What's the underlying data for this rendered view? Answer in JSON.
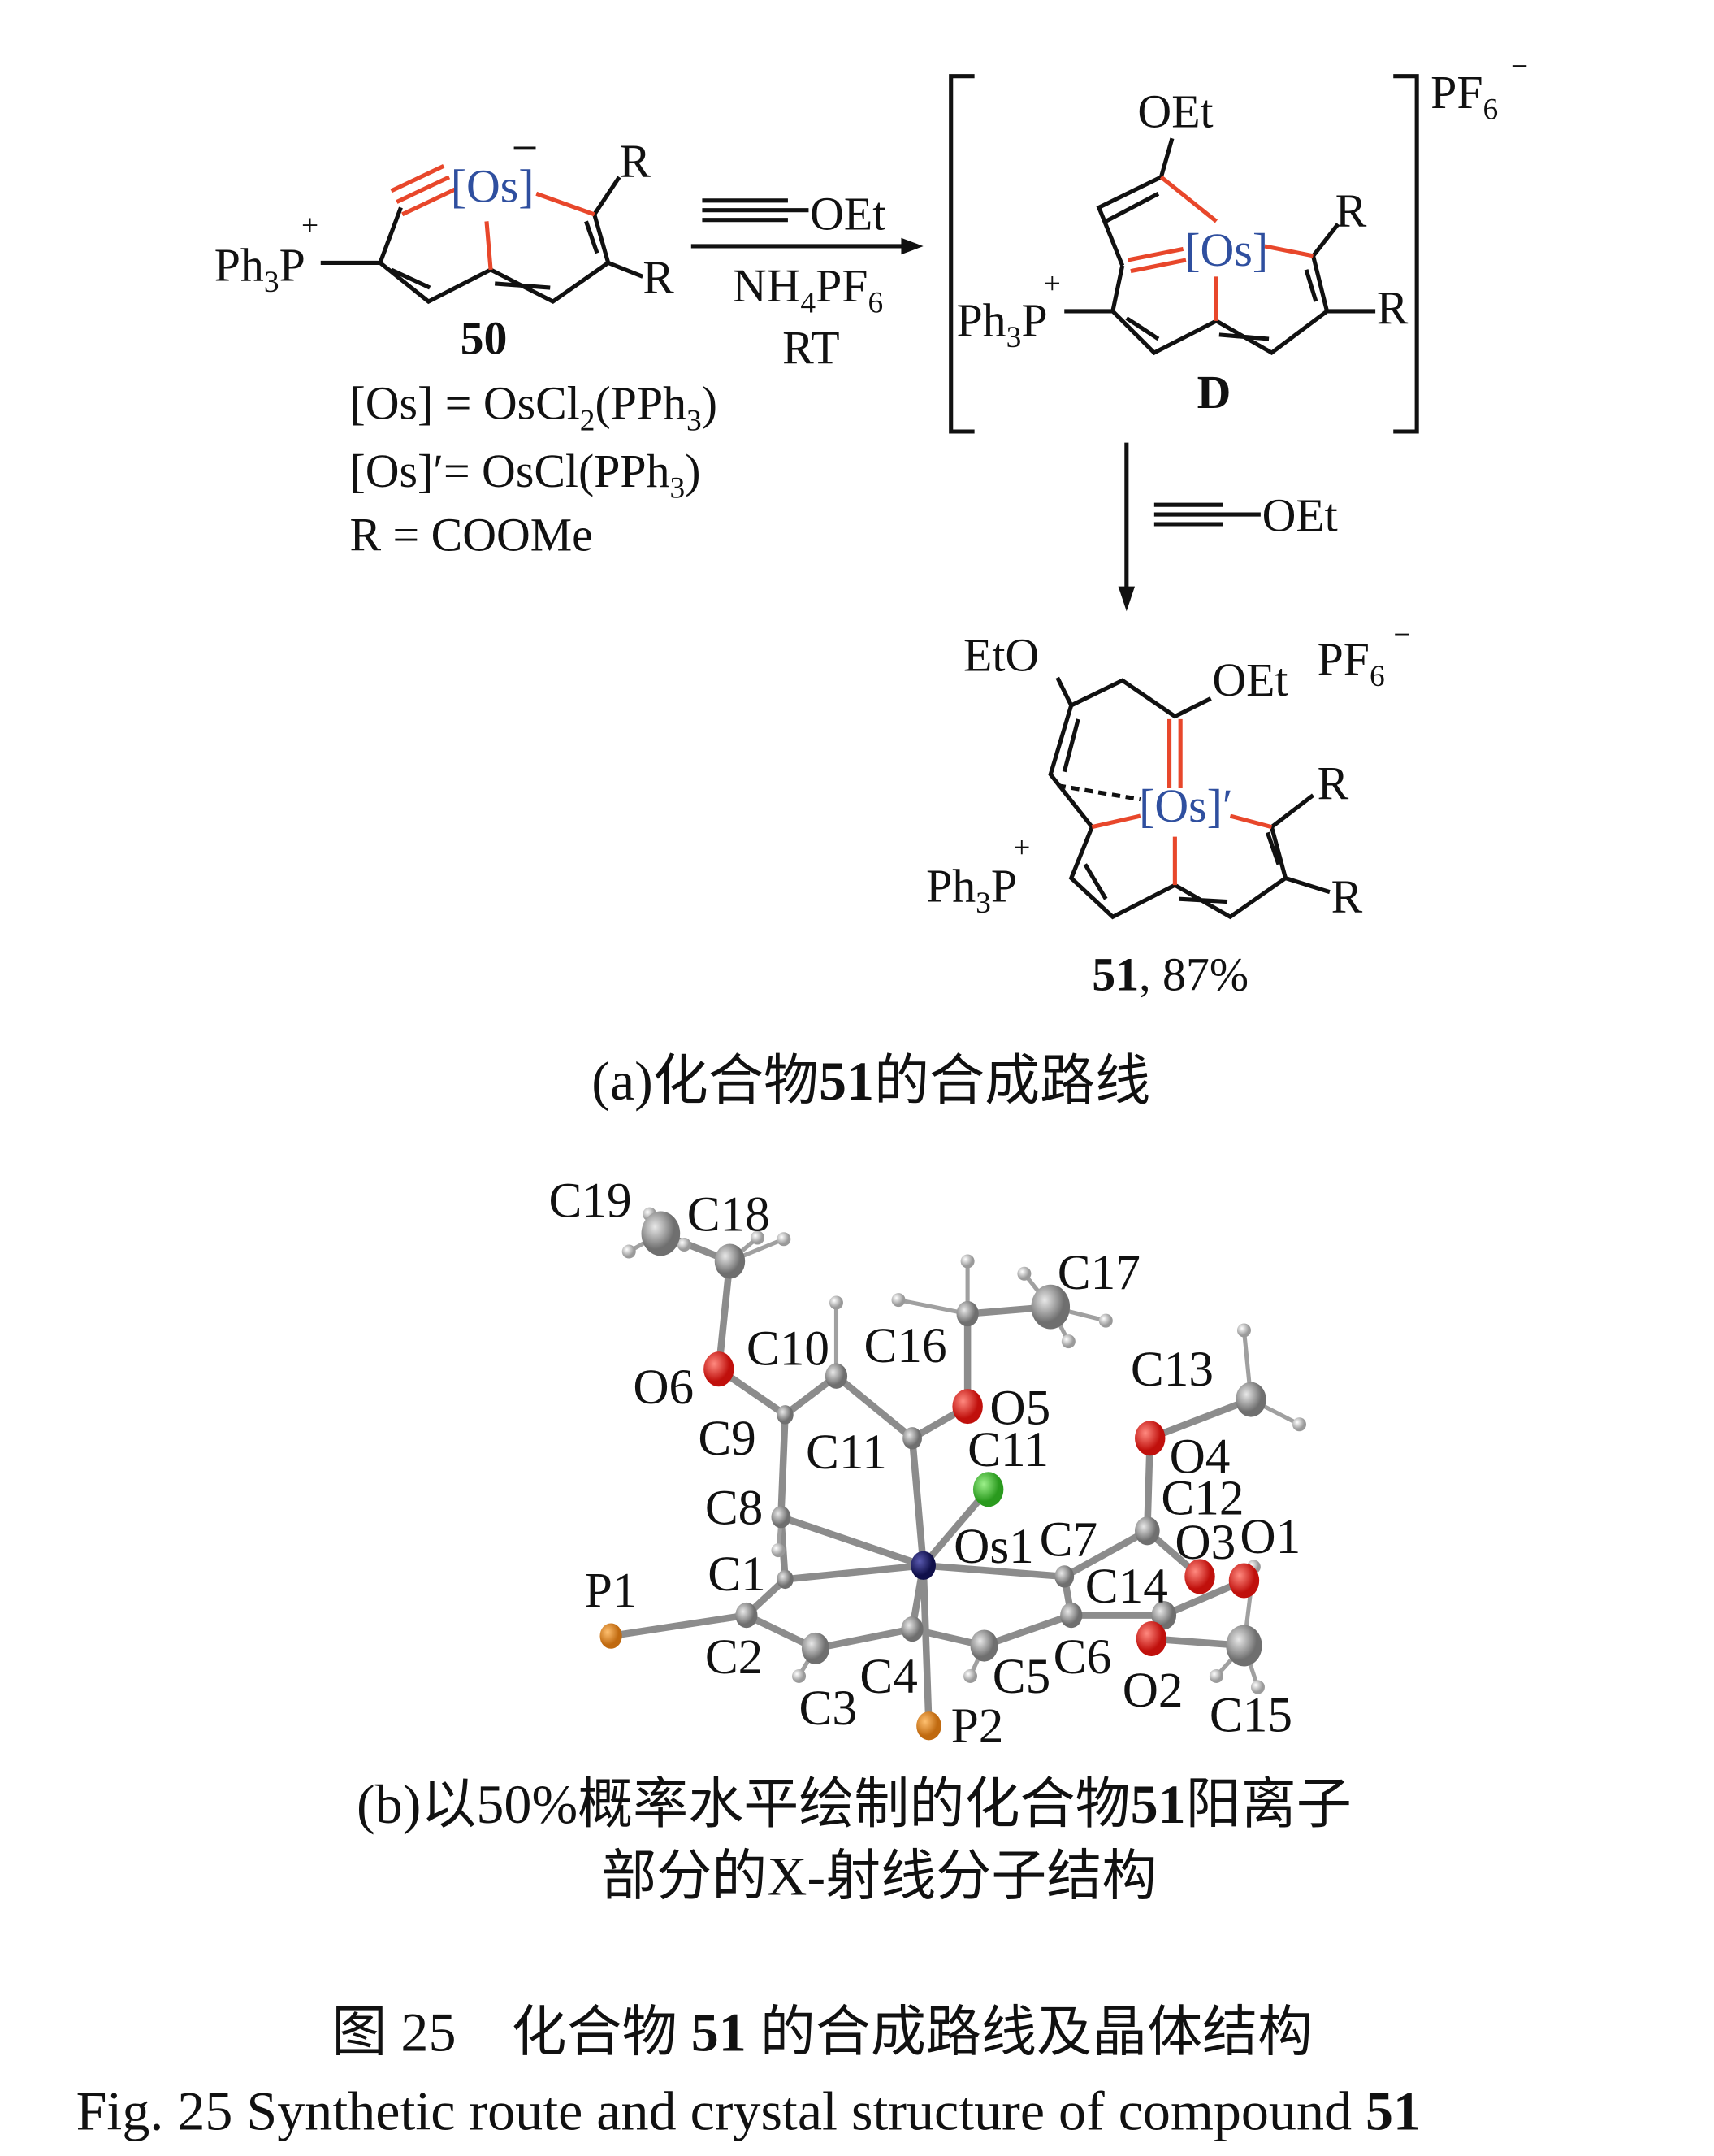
{
  "scheme": {
    "compound_50": {
      "ph": "Ph",
      "ph_sub": "3",
      "p": "P",
      "charge_plus": "+",
      "os": "[Os]",
      "charge_minus": "−",
      "r_top": "R",
      "r_bottom": "R",
      "label": "50"
    },
    "definitions": {
      "os": {
        "a": "[Os] = OsCl",
        "s1": "2",
        "b": "(PPh",
        "s2": "3",
        "c": ")"
      },
      "os_prime": {
        "a": "[Os]′= OsCl(PPh",
        "s1": "3",
        "c": ")"
      },
      "r": "R = COOMe"
    },
    "step1": {
      "alkyne_group": "OEt",
      "salt_a": "NH",
      "salt_s1": "4",
      "salt_b": "PF",
      "salt_s2": "6",
      "condition": "RT"
    },
    "intermediate_D": {
      "oet": "OEt",
      "os": "[Os]",
      "r_top": "R",
      "r_right": "R",
      "ph": "Ph",
      "ph_sub": "3",
      "p": "P",
      "charge_plus": "+",
      "label": "D",
      "counter_ion": "PF",
      "counter_sub": "6",
      "counter_charge": "−"
    },
    "step2": {
      "alkyne_group": "OEt"
    },
    "compound_51": {
      "eto": "EtO",
      "oet": "OEt",
      "counter_ion": "PF",
      "counter_sub": "6",
      "counter_charge": "−",
      "os": "[Os]′",
      "r_top": "R",
      "r_right": "R",
      "ph": "Ph",
      "ph_sub": "3",
      "p": "P",
      "charge_plus": "+",
      "label": "51",
      "yield": ", 87%"
    }
  },
  "caption_a": {
    "a": "(a)化合物",
    "b": "51",
    "c": "的合成路线"
  },
  "crystal": {
    "atom_labels": [
      "C19",
      "C18",
      "C17",
      "C10",
      "C16",
      "O6",
      "O5",
      "C13",
      "C9",
      "C11",
      "C11",
      "O4",
      "C12",
      "C8",
      "Os1",
      "C7",
      "O3",
      "O1",
      "C1",
      "P1",
      "C14",
      "C2",
      "C6",
      "C5",
      "O2",
      "C4",
      "C3",
      "P2",
      "C15"
    ],
    "colors": {
      "carbon": "#9a9a9a",
      "oxygen": "#e0201c",
      "osmium": "#1f1f6e",
      "chlorine": "#3fbf2f",
      "phosphorus": "#e08a1e",
      "hydrogen": "#cfcfcf"
    }
  },
  "caption_b": {
    "line1_a": "(b)以50%概率水平绘制的化合物",
    "line1_b": "51",
    "line1_c": "阳离子",
    "line2": "部分的X-射线分子结构"
  },
  "figure_caption": {
    "zh_a": "图 25　化合物 ",
    "zh_b": "51",
    "zh_c": " 的合成路线及晶体结构",
    "en_a": "Fig. 25   Synthetic route and crystal structure of compound ",
    "en_b": "51"
  }
}
